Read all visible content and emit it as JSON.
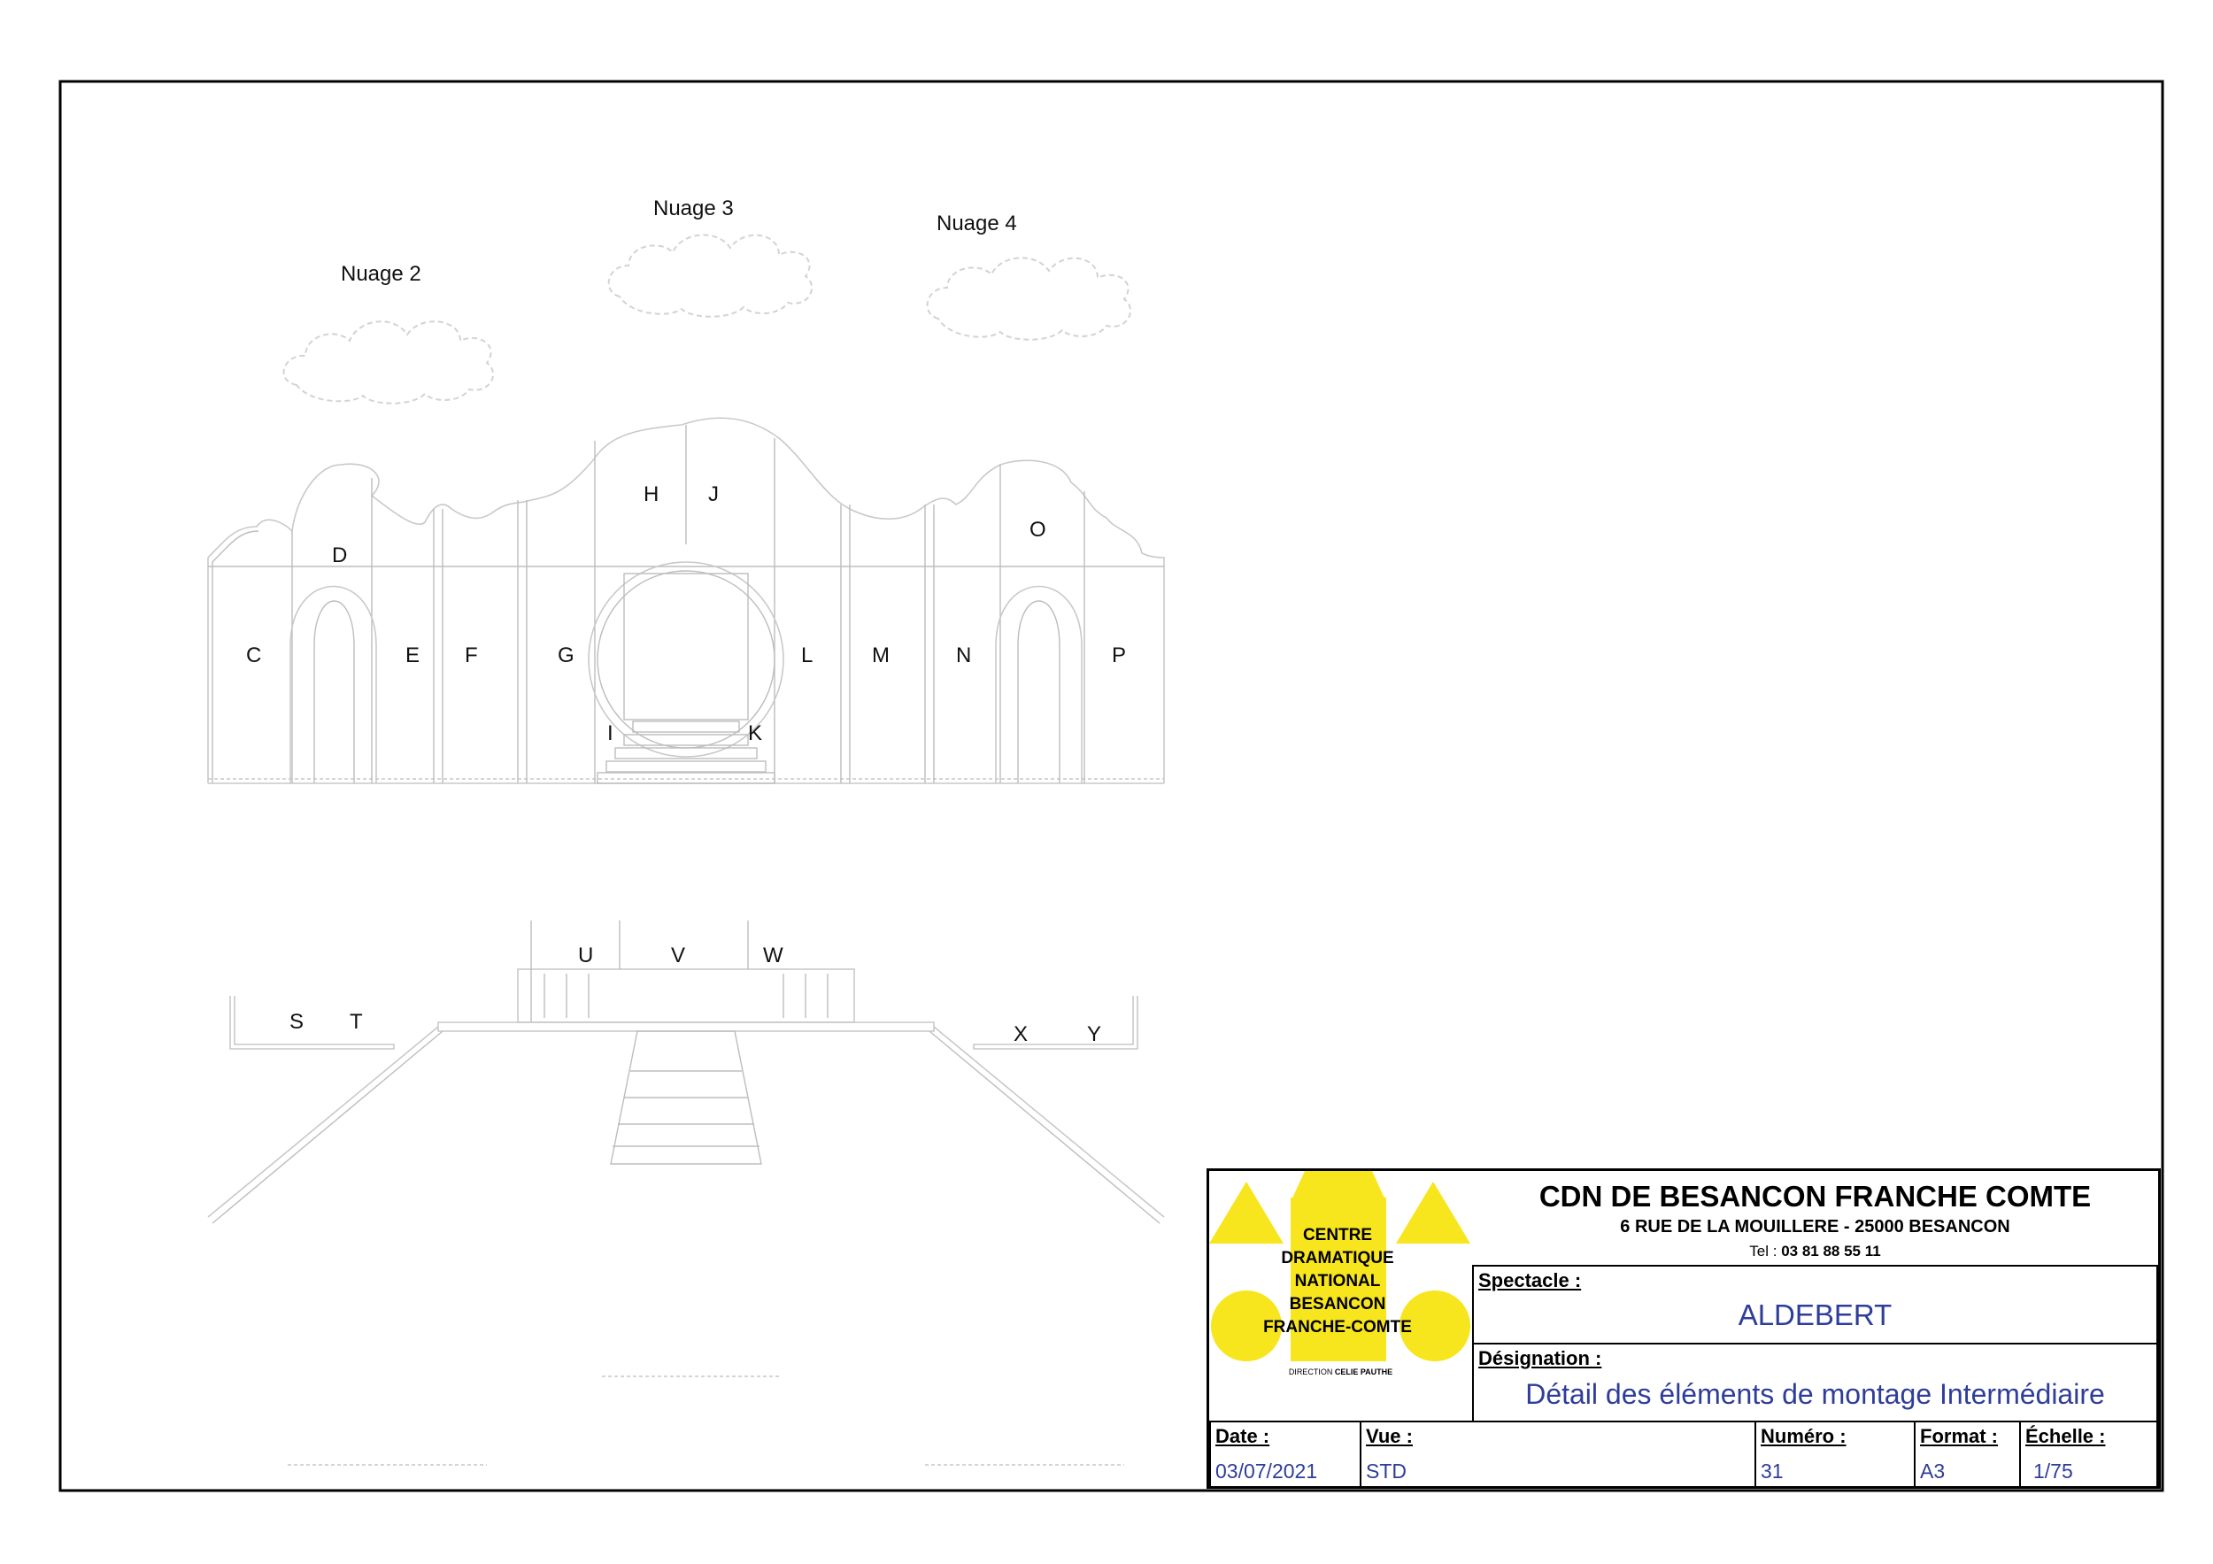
{
  "labels": {
    "nuage2": "Nuage 2",
    "nuage3": "Nuage 3",
    "nuage4": "Nuage 4",
    "C": "C",
    "D": "D",
    "E": "E",
    "F": "F",
    "G": "G",
    "H": "H",
    "J": "J",
    "I": "I",
    "K": "K",
    "L": "L",
    "M": "M",
    "N": "N",
    "O": "O",
    "P": "P",
    "U": "U",
    "V": "V",
    "W": "W",
    "S": "S",
    "T": "T",
    "X": "X",
    "Y": "Y"
  },
  "title_block": {
    "org_name": "CDN DE BESANCON FRANCHE COMTE",
    "address": "6 RUE DE LA MOUILLERE - 25000 BESANCON",
    "tel_label": "Tel :",
    "tel": "03 81 88 55 11",
    "logo_lines": [
      "CENTRE",
      "DRAMATIQUE",
      "NATIONAL",
      "BESANCON",
      "FRANCHE-COMTE"
    ],
    "logo_direction_prefix": "DIRECTION",
    "logo_direction_name": "CELIE PAUTHE",
    "spectacle_label": "Spectacle :",
    "spectacle_value": "ALDEBERT",
    "designation_label": "Désignation :",
    "designation_value": "Détail  des éléments de montage Intermédiaire",
    "date_label": "Date :",
    "date_value": "03/07/2021",
    "vue_label": "Vue :",
    "vue_value": "STD",
    "numero_label": "Numéro :",
    "numero_value": "31",
    "format_label": "Format :",
    "format_value": "A3",
    "echelle_label": "Échelle :",
    "echelle_value": "1/75"
  },
  "colors": {
    "logo_yellow": "#f7e51d",
    "value_blue": "#2e3d9a",
    "frame": "#000000"
  }
}
